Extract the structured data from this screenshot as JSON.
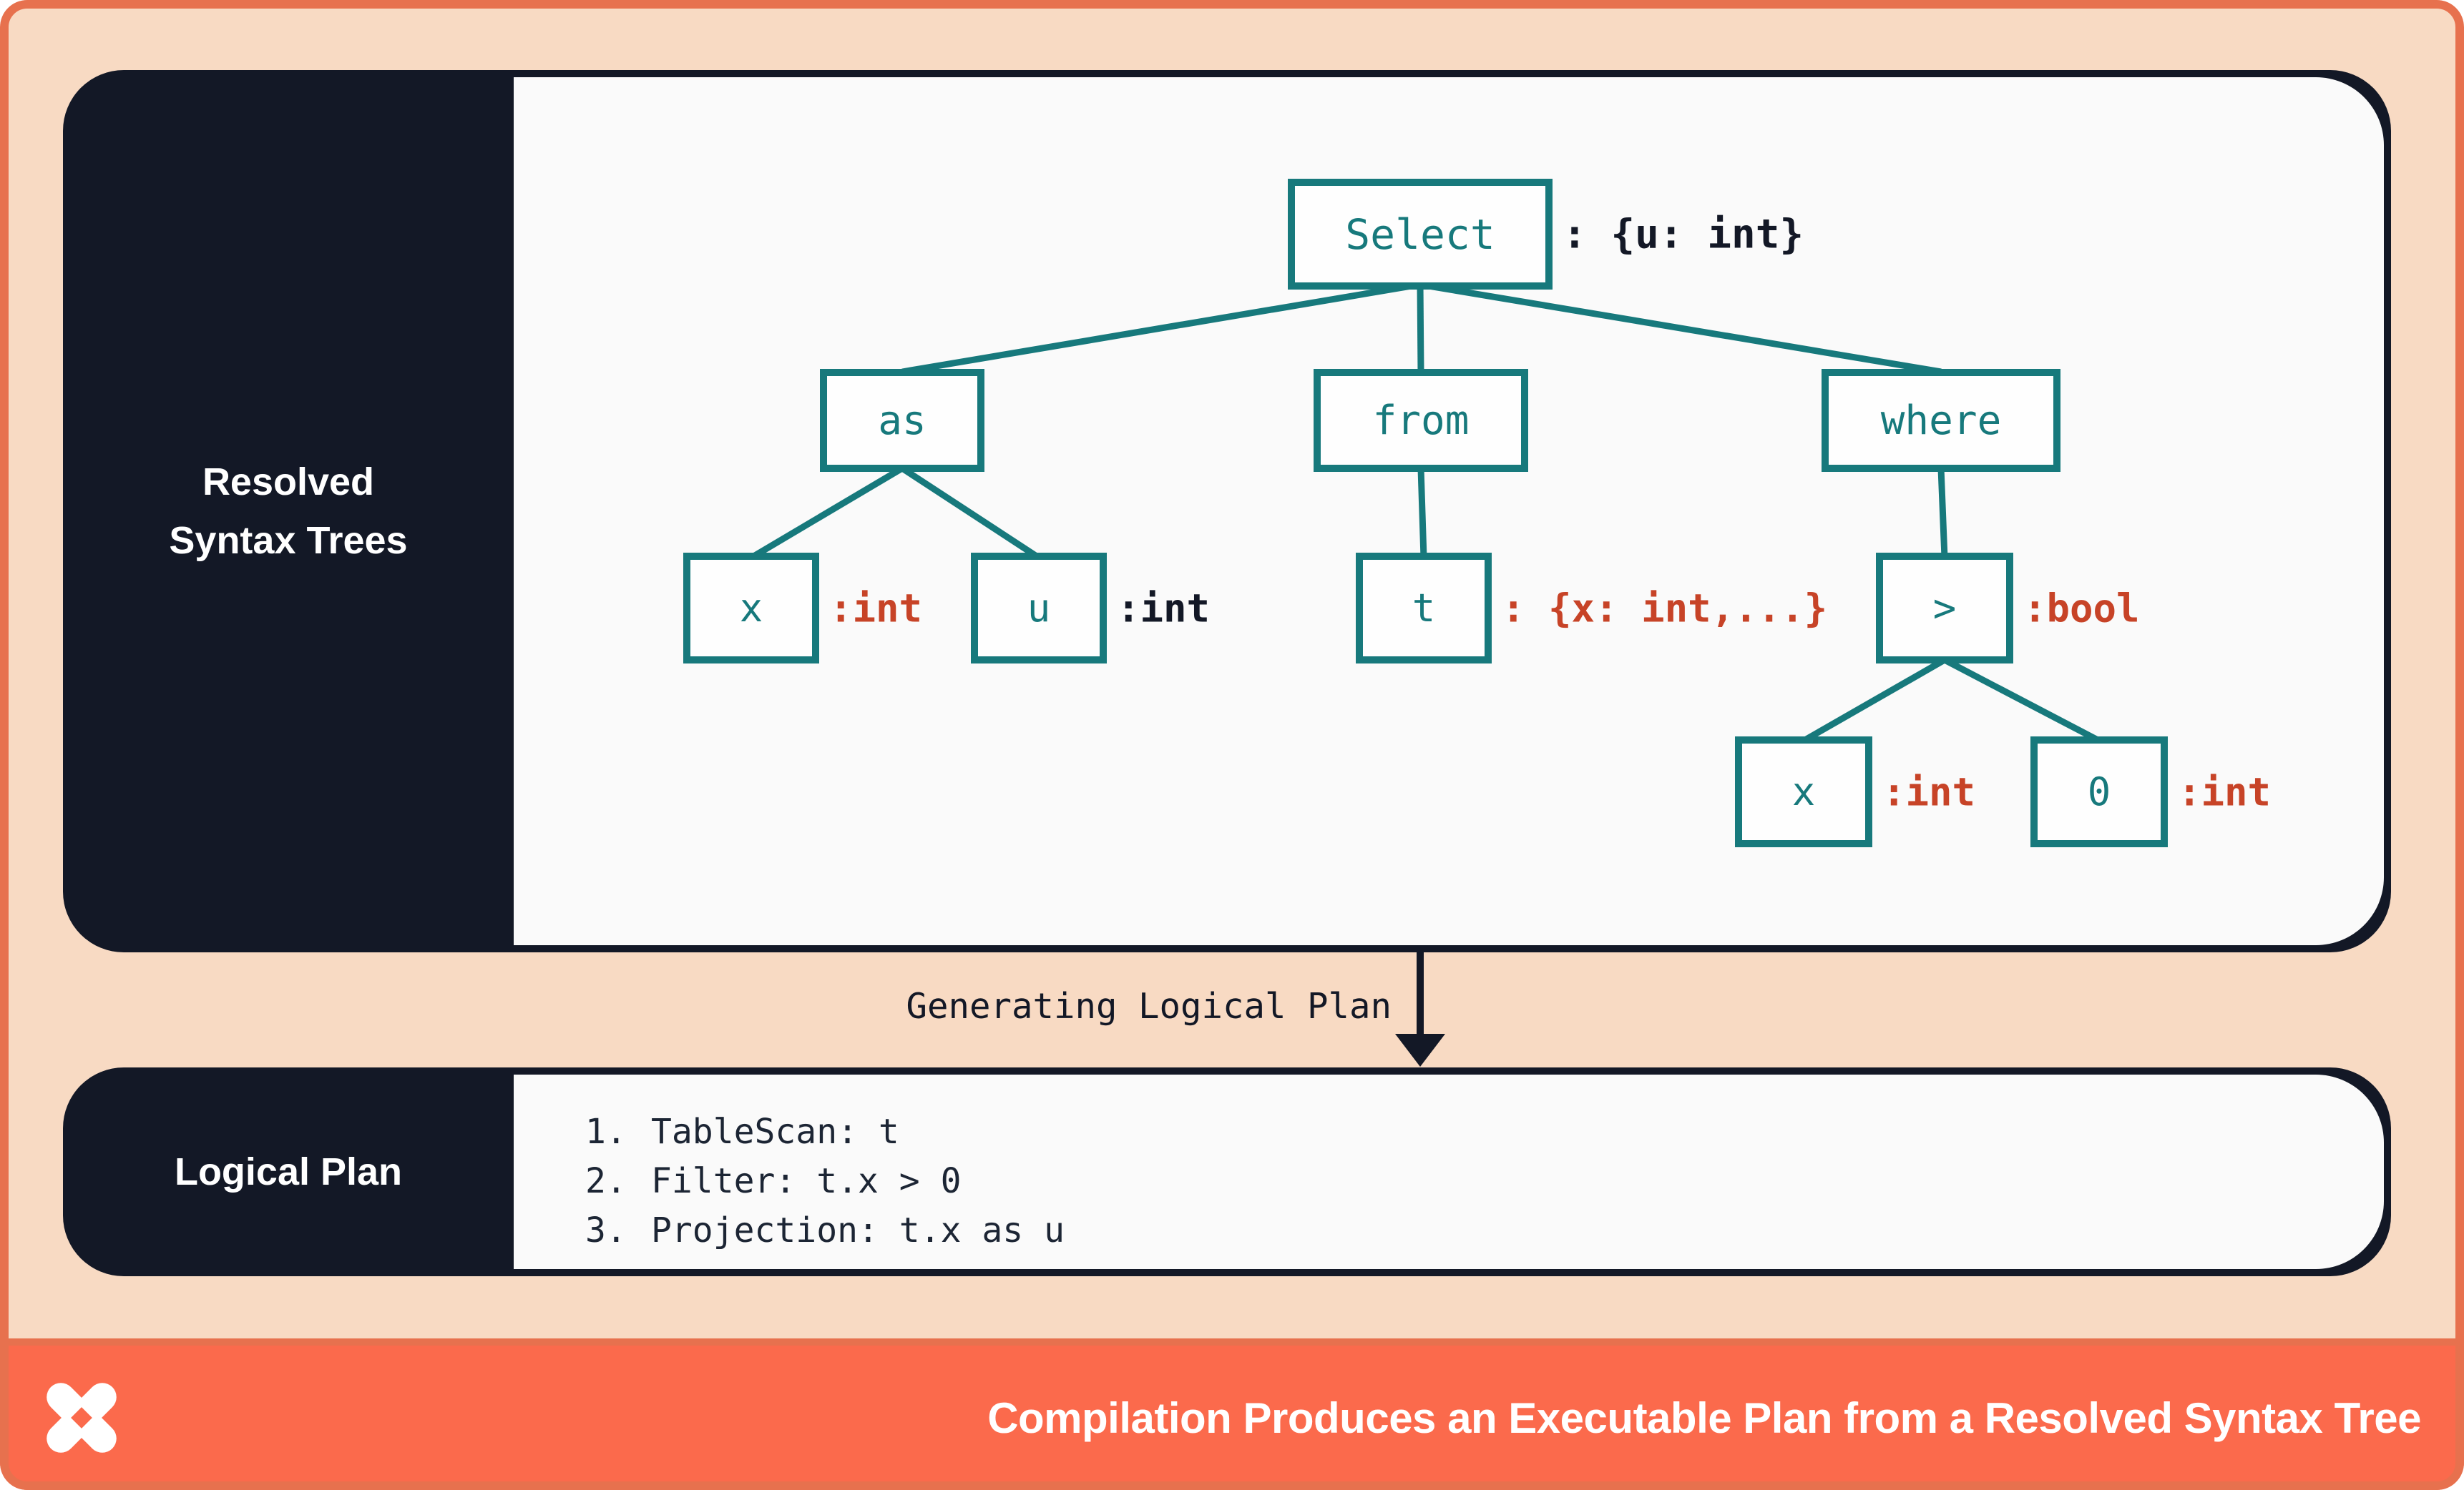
{
  "syntax_panel": {
    "label_lines": [
      "Resolved",
      "Syntax Trees"
    ],
    "tree": {
      "nodes": {
        "select": {
          "label": "Select",
          "annotation": ": {u: int}"
        },
        "as": {
          "label": "as"
        },
        "from": {
          "label": "from"
        },
        "where": {
          "label": "where"
        },
        "x_alias": {
          "label": "x",
          "annotation": ":int"
        },
        "u_alias": {
          "label": "u",
          "annotation": ":int"
        },
        "t": {
          "label": "t",
          "annotation": ": {x: int,...}"
        },
        "gt": {
          "label": ">",
          "annotation": ":bool"
        },
        "x_operand": {
          "label": "x",
          "annotation": ":int"
        },
        "zero": {
          "label": "0",
          "annotation": ":int"
        }
      },
      "edges": [
        [
          "select",
          "as"
        ],
        [
          "select",
          "from"
        ],
        [
          "select",
          "where"
        ],
        [
          "as",
          "x_alias"
        ],
        [
          "as",
          "u_alias"
        ],
        [
          "from",
          "t"
        ],
        [
          "where",
          "gt"
        ],
        [
          "gt",
          "x_operand"
        ],
        [
          "gt",
          "zero"
        ]
      ]
    }
  },
  "transition": {
    "label": "Generating Logical Plan"
  },
  "logical_panel": {
    "label": "Logical Plan",
    "steps": [
      {
        "num": "1.",
        "text": "TableScan: t"
      },
      {
        "num": "2.",
        "text": "Filter: t.x > 0"
      },
      {
        "num": "3.",
        "text": "Projection: t.x as u"
      }
    ]
  },
  "footer": {
    "title": "Compilation Produces an Executable Plan from a Resolved Syntax Tree",
    "logo": "four-point-pinwheel-logo"
  },
  "colors": {
    "frame_orange": "#E7714E",
    "footer_orange": "#FB6A4C",
    "background_peach": "#F8DAC3",
    "panel_navy": "#131826",
    "panel_offwhite": "#FAFAFA",
    "node_teal": "#17797C",
    "annotation_red": "#C74327",
    "annotation_dark": "#131826"
  }
}
